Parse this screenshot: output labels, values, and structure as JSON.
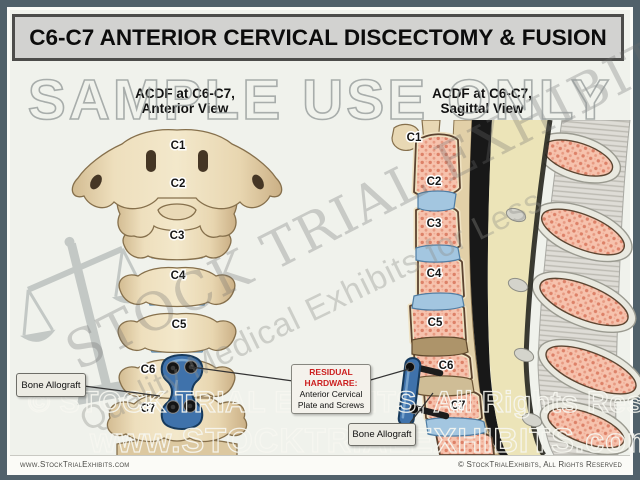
{
  "title": "C6-C7 ANTERIOR CERVICAL DISCECTOMY & FUSION",
  "views": {
    "anterior": {
      "heading_line1": "ACDF at C6-C7,",
      "heading_line2": "Anterior View",
      "vertebrae": [
        "C1",
        "C2",
        "C3",
        "C4",
        "C5",
        "C6",
        "C7"
      ]
    },
    "sagittal": {
      "heading_line1": "ACDF at C6-C7,",
      "heading_line2": "Sagittal View",
      "vertebrae": [
        "C1",
        "C2",
        "C3",
        "C4",
        "C5",
        "C6",
        "C7"
      ]
    }
  },
  "callouts": {
    "bone_allograft_left": "Bone Allograft",
    "bone_allograft_right": "Bone Allograft",
    "residual_hardware_line1": "RESIDUAL",
    "residual_hardware_line2": "HARDWARE:",
    "residual_hardware_line3": "Anterior Cervical",
    "residual_hardware_line4": "Plate and Screws"
  },
  "watermarks": {
    "sample_use_only": "SAMPLE USE ONLY",
    "brand_diagonal": "STOCK TRIAL EXHIBITS™",
    "tagline_diagonal": "Quality Medical Exhibits for Less",
    "copyright_outline": "© STOCK TRIAL EXHIBITS, All Rights Reserved",
    "website_outline": "www.STOCKTRIALEXHIBITS.com"
  },
  "footer": {
    "website": "www.StockTrialExhibits.com",
    "copyright": "© StockTrialExhibits, All Rights Reserved"
  },
  "colors": {
    "frame": "#51616b",
    "canvas": "#f0f2ec",
    "title_bg": "#d2d2d0",
    "bone": "#ead9b6",
    "disc_blue": "#a3c6e0",
    "cancellous_pink": "#f5bca6",
    "plate_blue": "#3f72ab",
    "hardware_red": "#cc1f1f",
    "graft_tan": "#cfbd96"
  }
}
